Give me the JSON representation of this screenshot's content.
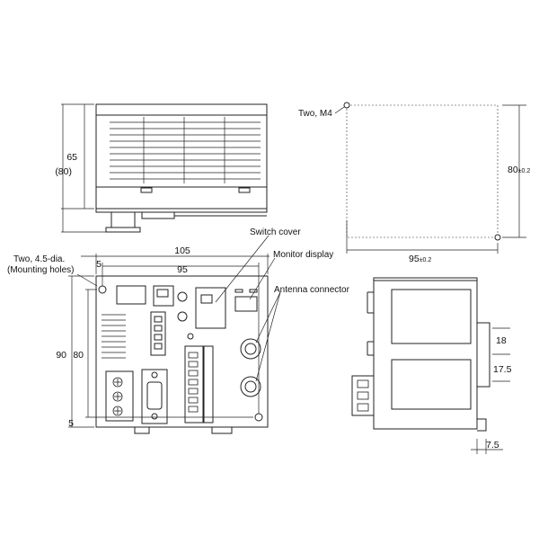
{
  "dimensions": {
    "top_height": "65",
    "top_height_ref": "(80)",
    "front_width_outer": "105",
    "front_width_inner": "95",
    "front_top_offset": "5",
    "front_height_outer": "90",
    "front_height_inner": "80",
    "front_bottom_offset": "5",
    "mount_height": "80",
    "mount_height_tol": "±0.2",
    "mount_width": "95",
    "mount_width_tol": "±0.2",
    "side_pitch_1": "18",
    "side_pitch_2": "17.5",
    "side_rail": "7.5"
  },
  "labels": {
    "mount_holes_title": "Two, 4.5-dia.",
    "mount_holes_sub": "(Mounting holes)",
    "screw_holes": "Two, M4",
    "switch_cover": "Switch cover",
    "monitor_display": "Monitor display",
    "antenna_connector": "Antenna connector"
  }
}
